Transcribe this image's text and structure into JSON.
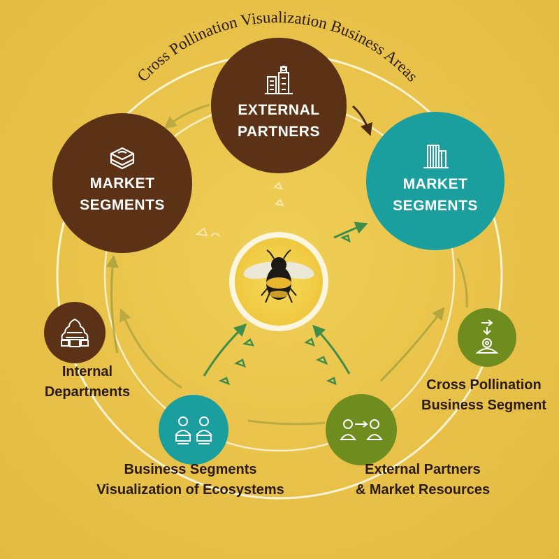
{
  "ring_title": "Cross Pollination Visualization Business Areas",
  "nodes": {
    "external_partners": {
      "line1": "EXTERNAL",
      "line2": "PARTNERS",
      "color": "#5b3216",
      "icon": "buildings-icon"
    },
    "market_segments_left": {
      "line1": "MARKET",
      "line2": "SEGMENTS",
      "color": "#5b3216",
      "icon": "box-icon"
    },
    "market_segments_right": {
      "line1": "MARKET",
      "line2": "SEGMENTS",
      "color": "#1a9e9e",
      "icon": "office-building-icon"
    },
    "internal_departments": {
      "line1": "Internal",
      "line2": "Departments",
      "color": "#5b3216",
      "icon": "hive-icon"
    },
    "cross_pollination_segment": {
      "line1": "Cross Pollination",
      "line2": "Business Segment",
      "color": "#6f8c1f",
      "icon": "person-target-icon"
    },
    "business_segments": {
      "line1": "Business Segments",
      "line2": "Visualization of Ecosystems",
      "color": "#1a9e9e",
      "icon": "two-people-icon"
    },
    "external_resources": {
      "line1": "External Partners",
      "line2": "& Market Resources",
      "color": "#6f8c1f",
      "icon": "people-transfer-icon"
    }
  },
  "center": {
    "icon": "bee-icon",
    "color": "#f3d44e"
  },
  "colors": {
    "background": "#e9c34a",
    "ring": "#fbf3d6",
    "arrow_green": "#3f8d4a",
    "arrow_olive": "#9a9a3a"
  }
}
